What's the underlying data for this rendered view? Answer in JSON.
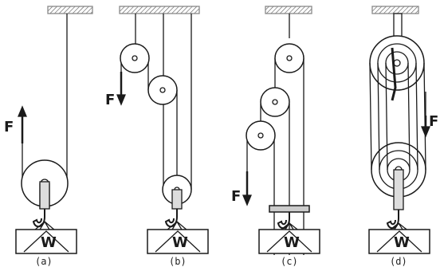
{
  "diagrams": [
    {
      "caption": "(a)",
      "force": "F",
      "weight": "W"
    },
    {
      "caption": "(b)",
      "force": "F",
      "weight": "W"
    },
    {
      "caption": "(c)",
      "force": "F",
      "weight": "W"
    },
    {
      "caption": "(d)",
      "force": "F",
      "weight": "W"
    }
  ],
  "colors": {
    "ink": "#1a1a1a",
    "ceiling": "#8a8a8a",
    "background": "#ffffff"
  }
}
